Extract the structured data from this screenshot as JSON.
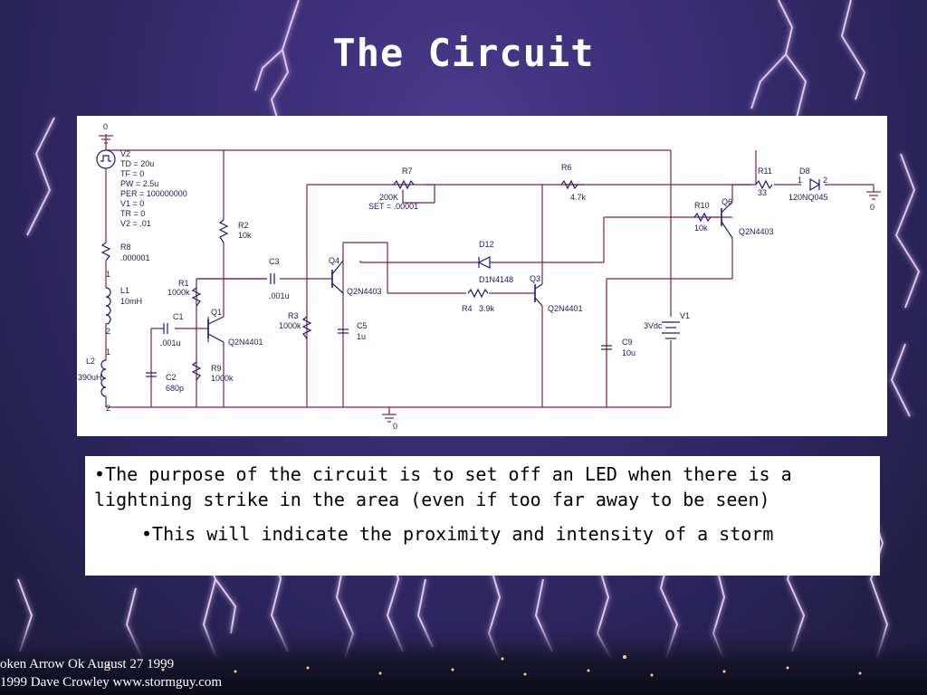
{
  "slide": {
    "title": "The Circuit",
    "bullets": [
      "•The purpose of the circuit is to set off an LED when there is a lightning strike in the area (even if too far away to be seen)",
      "•This will indicate the proximity and intensity of a storm"
    ],
    "credits": [
      "oken Arrow Ok   August 27 1999",
      "1999  Dave Crowley   www.stormguy.com"
    ]
  },
  "schematic": {
    "ground_labels": [
      "0",
      "0",
      "0"
    ],
    "V2": {
      "name": "V2",
      "params": [
        "TD = 20u",
        "TF = 0",
        "PW = 2.5u",
        "PER = 100000000",
        "V1 = 0",
        "TR = 0",
        "V2 = .01"
      ]
    },
    "R8": {
      "name": "R8",
      "value": ".000001"
    },
    "L1": {
      "name": "L1",
      "value": "10mH"
    },
    "L2": {
      "name": "L2",
      "value": "390uH"
    },
    "pins": [
      "1",
      "2",
      "1",
      "2"
    ],
    "R1": {
      "name": "R1",
      "value": "1000k"
    },
    "R2": {
      "name": "R2",
      "value": "10k"
    },
    "C1": {
      "name": "C1",
      "value": ".001u"
    },
    "C2": {
      "name": "C2",
      "value": "680p"
    },
    "C3": {
      "name": "C3",
      "value": ".001u"
    },
    "R9": {
      "name": "R9",
      "value": "1000k"
    },
    "Q1": {
      "name": "Q1",
      "value": "Q2N4401"
    },
    "R3": {
      "name": "R3",
      "value": "1000k"
    },
    "Q4": {
      "name": "Q4",
      "value": "Q2N4403"
    },
    "C5": {
      "name": "C5",
      "value": "1u"
    },
    "R7": {
      "name": "R7",
      "value": "200K",
      "set": "SET = .00001"
    },
    "R6": {
      "name": "R6",
      "value": "4.7k"
    },
    "D12": {
      "name": "D12",
      "value": "D1N4148"
    },
    "R4": {
      "name": "R4",
      "value": "3.9k"
    },
    "Q3": {
      "name": "Q3",
      "value": "Q2N4401"
    },
    "C9": {
      "name": "C9",
      "value": "10u"
    },
    "V1": {
      "name": "V1",
      "value": "3Vdc"
    },
    "R10": {
      "name": "R10",
      "value": "10k"
    },
    "Q6": {
      "name": "Q6",
      "value": "Q2N4403"
    },
    "R11": {
      "name": "R11",
      "value": "33"
    },
    "D8": {
      "name": "D8",
      "value": "120NQ045",
      "pin1": "1",
      "pin2": "2"
    }
  },
  "colors": {
    "wire": "#8a1c4a",
    "component": "#1a1a80",
    "label": "#1a1a60",
    "lightning": "#f2d6ff"
  }
}
